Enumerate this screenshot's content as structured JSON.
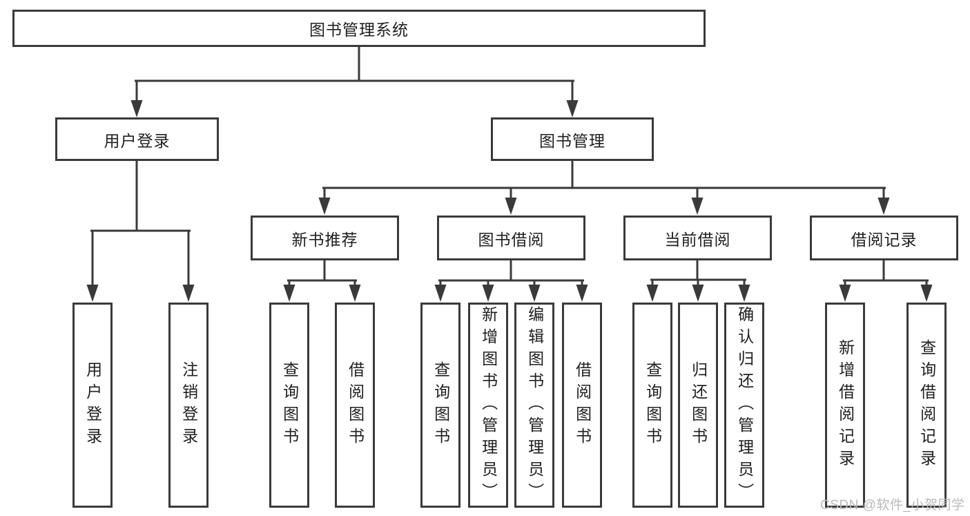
{
  "diagram": {
    "title": "图书管理系统",
    "branches": [
      {
        "label": "用户登录",
        "children": [
          {
            "label": "用户登录"
          },
          {
            "label": "注销登录"
          }
        ]
      },
      {
        "label": "图书管理",
        "children": [
          {
            "label": "新书推荐",
            "children": [
              {
                "label": "查询图书"
              },
              {
                "label": "借阅图书"
              }
            ]
          },
          {
            "label": "图书借阅",
            "children": [
              {
                "label": "查询图书"
              },
              {
                "label": "新增图书（管理员）"
              },
              {
                "label": "编辑图书（管理员）"
              },
              {
                "label": "借阅图书"
              }
            ]
          },
          {
            "label": "当前借阅",
            "children": [
              {
                "label": "查询图书"
              },
              {
                "label": "归还图书"
              },
              {
                "label": "确认归还（管理员）"
              }
            ]
          },
          {
            "label": "借阅记录",
            "children": [
              {
                "label": "新增借阅记录"
              },
              {
                "label": "查询借阅记录"
              }
            ]
          }
        ]
      }
    ]
  },
  "watermark": {
    "text": "CSDN @软件_小贺同学"
  },
  "colors": {
    "line": "#3a3a3a",
    "text": "#1f1f1f",
    "box_background": "#ffffff",
    "watermark": "#b9b9b9",
    "background": "#ffffff"
  }
}
